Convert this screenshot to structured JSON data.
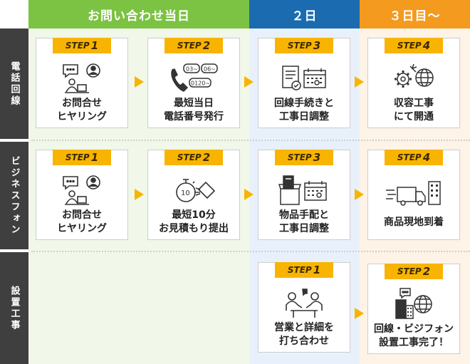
{
  "colors": {
    "green": "#7cc243",
    "blue": "#1a6bb0",
    "orange": "#f39a1f",
    "row_header": "#3f3f3f",
    "step": "#f8b400"
  },
  "columns": [
    {
      "label": "お問い合わせ当日"
    },
    {
      "label": "２日"
    },
    {
      "label": "３日目〜"
    }
  ],
  "rows": [
    {
      "label": "電話回線"
    },
    {
      "label": "ビジネスフォン"
    },
    {
      "label": "設置工事"
    }
  ],
  "cards": {
    "r1": [
      {
        "step_prefix": "STEP",
        "step_num": "1",
        "line1": "お問合せ",
        "line2": "ヒヤリング",
        "icon": "consultation-icon"
      },
      {
        "step_prefix": "STEP",
        "step_num": "2",
        "line1": "最短当日",
        "line2": "電話番号発行",
        "icon": "phone-number-icon",
        "nums": [
          "03~",
          "06~",
          "0120~"
        ]
      },
      {
        "step_prefix": "STEP",
        "step_num": "3",
        "line1": "回線手続きと",
        "line2": "工事日調整",
        "icon": "document-calendar-icon"
      },
      {
        "step_prefix": "STEP",
        "step_num": "4",
        "line1": "収容工事",
        "line2": "にて開通",
        "icon": "gear-network-icon"
      }
    ],
    "r2": [
      {
        "step_prefix": "STEP",
        "step_num": "1",
        "line1": "お問合せ",
        "line2": "ヒヤリング",
        "icon": "consultation-icon"
      },
      {
        "step_prefix": "STEP",
        "step_num": "2",
        "line1": "最短10分",
        "line2": "お見積もり提出",
        "icon": "stopwatch-icon",
        "watch": "10"
      },
      {
        "step_prefix": "STEP",
        "step_num": "3",
        "line1": "物品手配と",
        "line2": "工事日調整",
        "icon": "box-calendar-icon"
      },
      {
        "step_prefix": "STEP",
        "step_num": "4",
        "line1": "商品現地到着",
        "line2": "",
        "icon": "truck-building-icon"
      }
    ],
    "r3": [
      {
        "step_prefix": "STEP",
        "step_num": "1",
        "line1": "営業と詳細を",
        "line2": "打ち合わせ",
        "icon": "meeting-icon"
      },
      {
        "step_prefix": "STEP",
        "step_num": "2",
        "line1": "回線・ビジフォン",
        "line2": "設置工事完了！",
        "icon": "phone-network-icon"
      }
    ]
  }
}
